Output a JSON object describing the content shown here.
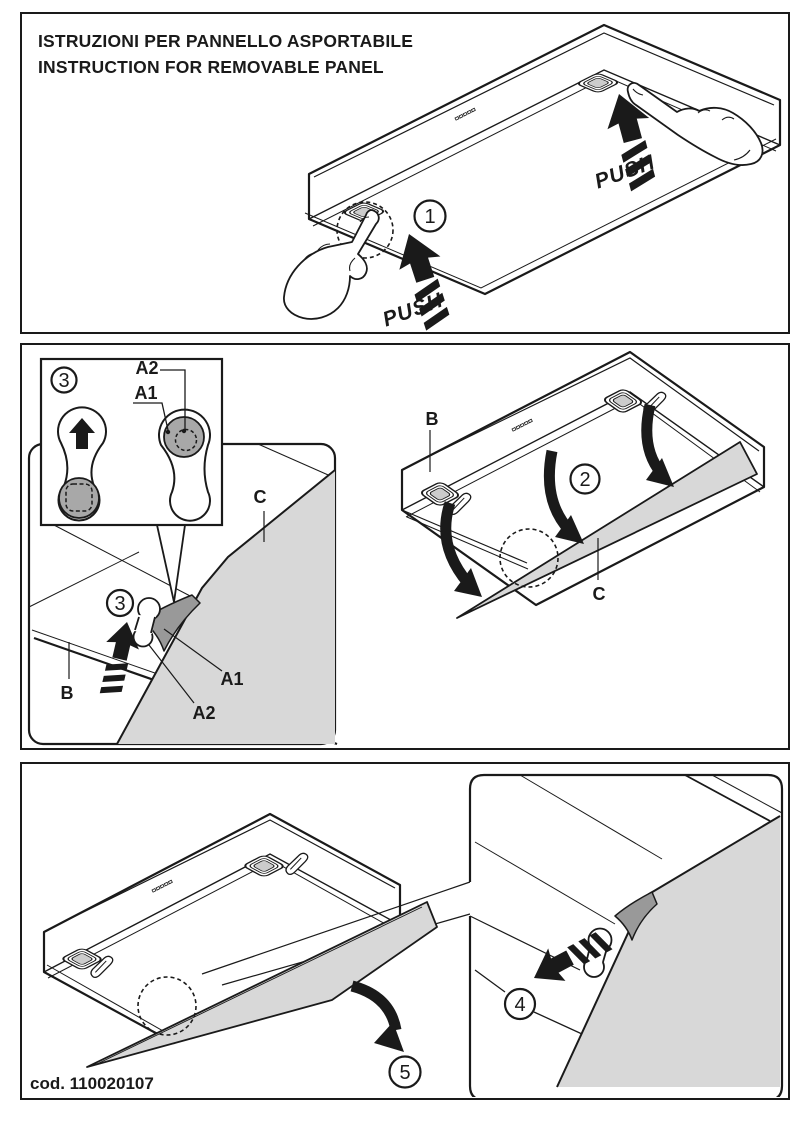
{
  "document": {
    "title_line1": "ISTRUZIONI PER PANNELLO ASPORTABILE",
    "title_line2": "INSTRUCTION FOR REMOVABLE PANEL",
    "footer_code": "cod. 110020107"
  },
  "colors": {
    "line": "#1a1a1a",
    "panel_gray": "#d8d8d8",
    "pin_gray": "#a8a8a8",
    "corner_gray": "#999999",
    "latch_inner_gray": "#cccccc"
  },
  "panel1": {
    "step": "1",
    "push_left": "PUSH",
    "push_right": "PUSH"
  },
  "panel2": {
    "step": "2",
    "label_b": "B",
    "label_c": "C",
    "detail": {
      "step": "3",
      "label_a1": "A1",
      "label_a2": "A2",
      "label_b": "B",
      "label_c": "C"
    },
    "inset": {
      "step": "3",
      "label_a1": "A1",
      "label_a2": "A2"
    }
  },
  "panel3": {
    "step_slide": "4",
    "step_remove": "5"
  }
}
